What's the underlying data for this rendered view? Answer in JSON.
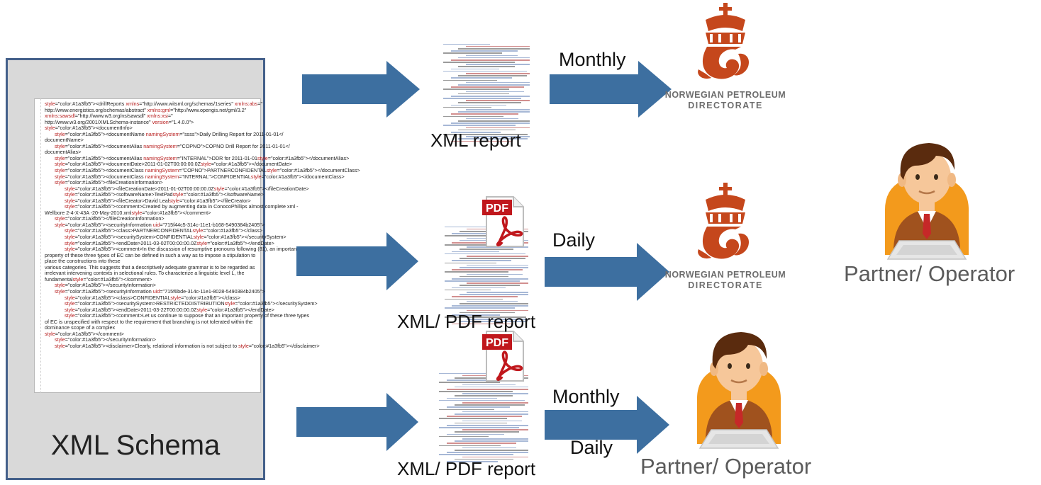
{
  "schema": {
    "title": "XML Schema",
    "lines": [
      [
        0,
        "<drillReports xmlns=\"http://www.witsml.org/schemas/1series\" xmlns:abs=\""
      ],
      [
        0,
        "http://www.energistics.org/schemas/abstract\" xmlns:gml=\"http://www.opengis.net/gml/3.2\""
      ],
      [
        0,
        "xmlns:sawsdl=\"http://www.w3.org/ns/sawsdl\" xmlns:xsi=\""
      ],
      [
        0,
        "http://www.w3.org/2001/XMLSchema-instance\" version=\"1.4.0.0\">"
      ],
      [
        0,
        "<documentInfo>"
      ],
      [
        1,
        "<documentName namingSystem=\"ssss\">Daily Drilling Report for 2011-01-01</"
      ],
      [
        0,
        "documentName>"
      ],
      [
        1,
        "<documentAlias namingSystem=\"COPNO\">COPNO Drill Report for 2011-01-01</"
      ],
      [
        0,
        "documentAlias>"
      ],
      [
        1,
        "<documentAlias namingSystem=\"INTERNAL\">DDR for 2011-01-01</documentAlias>"
      ],
      [
        1,
        "<documentDate>2011-01-02T00:00:00.0Z</documentDate>"
      ],
      [
        1,
        "<documentClass namingSystem=\"COPNO\">PARTNERCONFIDENTAL</documentClass>"
      ],
      [
        1,
        "<documentClass namingSystem=\"INTERNAL\">CONFIDENTIAL</documentClass>"
      ],
      [
        1,
        "<fileCreationInformation>"
      ],
      [
        2,
        "<fileCreationDate>2011-01-02T00:00:00.0Z</fileCreationDate>"
      ],
      [
        2,
        "<softwareName>TextPad</softwareName>"
      ],
      [
        2,
        "<fileCreator>David Leal</fileCreator>"
      ],
      [
        2,
        "<comment>Created by augmenting data in ConocoPhillips almost complete xml -"
      ],
      [
        0,
        "Wellbore 2-4-X-43A -20-May-2010.xml</comment>"
      ],
      [
        1,
        "</fileCreationInformation>"
      ],
      [
        1,
        "<securityInformation uid=\"715f44c5-314c-11e1-b168-5490384b2405\">"
      ],
      [
        2,
        "<class>PARTNERCONFIDENTAL</class>"
      ],
      [
        2,
        "<securitySystem>CONFIDENTIAL</securitySystem>"
      ],
      [
        2,
        "<endDate>2011-03-02T00:00:00.0Z</endDate>"
      ],
      [
        2,
        "<comment>In the discussion of resumptive pronouns following (81), an important"
      ],
      [
        0,
        "property of these three types of EC can be defined in such a way as to impose a stipulation to"
      ],
      [
        0,
        "place the constructions into these"
      ],
      [
        0,
        "various categories. This suggests that a descriptively adequate grammar is to be regarded as"
      ],
      [
        0,
        "irrelevant intervening contexts in selectional rules. To characterize a linguistic level L, the"
      ],
      [
        0,
        "fundamental</comment>"
      ],
      [
        1,
        "</securityInformation>"
      ],
      [
        1,
        "<securityInformation uid=\"715f6bde-314c-11e1-8028-5490384b2405\">"
      ],
      [
        2,
        "<class>CONFIDENTIAL</class>"
      ],
      [
        2,
        "<securitySystem>RESTRICTEDDISTRIBUTION</securitySystem>"
      ],
      [
        2,
        "<endDate>2011-03-22T00:00:00.0Z</endDate>"
      ],
      [
        2,
        "<comment>Let us continue to suppose that an important property of these three types"
      ],
      [
        0,
        "of EC is unspecified with respect to the requirement that branching is not tolerated within the"
      ],
      [
        0,
        "dominance scope of a complex"
      ],
      [
        0,
        "</comment>"
      ],
      [
        1,
        "</securityInformation>"
      ],
      [
        1,
        "<disclaimer>Clearly, relational information is not subject to </disclaimer>"
      ]
    ]
  },
  "rows": [
    {
      "frequency_top": "Monthly",
      "report_caption": "XML report",
      "recipient": "npd"
    },
    {
      "frequency_top": "Daily",
      "report_caption": "XML/ PDF report",
      "recipient": "npd",
      "extra_recipient_caption": "Partner/ Operator"
    },
    {
      "frequency_top": "Monthly",
      "frequency_bottom": "Daily",
      "report_caption": "XML/ PDF report",
      "recipient_caption": "Partner/ Operator"
    }
  ],
  "npd_logo": {
    "line1": "NORWEGIAN PETROLEUM",
    "line2": "DIRECTORATE"
  },
  "pdf_icon_label": "PDF",
  "colors": {
    "arrow": "#3d6fa0",
    "schema_border": "#44608a",
    "schema_bg": "#d9d9d9",
    "npd_red": "#c5471c",
    "pdf_red": "#c0171c"
  }
}
